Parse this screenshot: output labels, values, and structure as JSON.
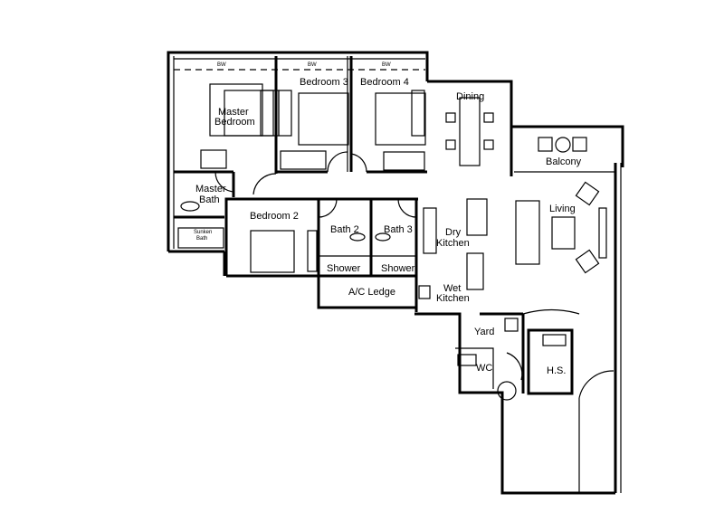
{
  "plan": {
    "rooms": {
      "bw1": "BW",
      "bw2": "BW",
      "bw3": "BW",
      "master_bedroom_1": "Master",
      "master_bedroom_2": "Bedroom",
      "bedroom3": "Bedroom 3",
      "bedroom4": "Bedroom 4",
      "dining": "Dining",
      "balcony": "Balcony",
      "living": "Living",
      "master_bath_1": "Master",
      "master_bath_2": "Bath",
      "sunken_bath_1": "Sunken",
      "sunken_bath_2": "Bath",
      "bedroom2": "Bedroom 2",
      "bath2": "Bath 2",
      "bath3": "Bath 3",
      "dry_kitchen_1": "Dry",
      "dry_kitchen_2": "Kitchen",
      "shower1": "Shower",
      "shower2": "Shower",
      "ac_ledge": "A/C Ledge",
      "wet_kitchen_1": "Wet",
      "wet_kitchen_2": "Kitchen",
      "yard": "Yard",
      "wc": "WC",
      "hs": "H.S."
    }
  }
}
